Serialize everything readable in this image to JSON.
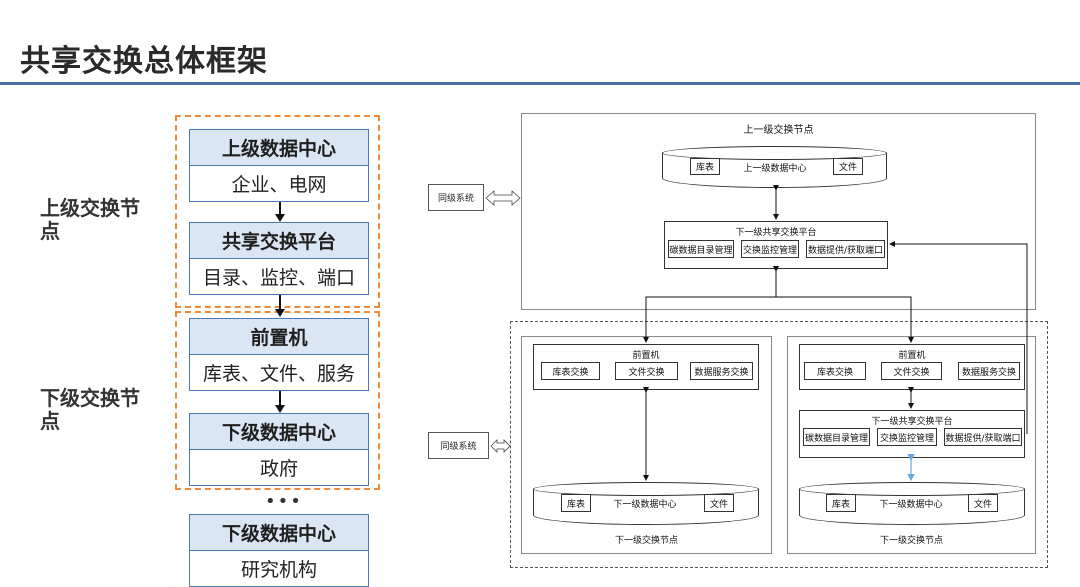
{
  "title": "共享交换总体框架",
  "left": {
    "upper_label": "上级交换节点",
    "lower_label": "下级交换节点",
    "boxes": [
      {
        "head": "上级数据中心",
        "body": "企业、电网"
      },
      {
        "head": "共享交换平台",
        "body": "目录、监控、端口"
      },
      {
        "head": "前置机",
        "body": "库表、文件、服务"
      },
      {
        "head": "下级数据中心",
        "body": "政府"
      },
      {
        "head": "下级数据中心",
        "body": "研究机构"
      }
    ],
    "ellipsis": "•••"
  },
  "right": {
    "upper_node": {
      "caption": "上一级交换节点",
      "data_center": {
        "left": "库表",
        "center": "上一级数据中心",
        "right": "文件"
      },
      "platform": {
        "caption": "下一级共享交换平台",
        "items": [
          "碳数据目录管理",
          "交换监控管理",
          "数据提供/获取端口"
        ]
      },
      "peer": "同级系统"
    },
    "lower_left": {
      "front": {
        "caption": "前置机",
        "items": [
          "库表交换",
          "文件交换",
          "数据服务交换"
        ]
      },
      "data_center": {
        "left": "库表",
        "center": "下一级数据中心",
        "right": "文件"
      },
      "caption": "下一级交换节点",
      "peer": "同级系统"
    },
    "lower_right": {
      "front": {
        "caption": "前置机",
        "items": [
          "库表交换",
          "文件交换",
          "数据服务交换"
        ]
      },
      "platform": {
        "caption": "下一级共享交换平台",
        "items": [
          "碳数据目录管理",
          "交换监控管理",
          "数据提供/获取端口"
        ]
      },
      "data_center": {
        "left": "库表",
        "center": "下一级数据中心",
        "right": "文件"
      },
      "caption": "下一级交换节点"
    }
  },
  "colors": {
    "head_fill": "#dae6f3",
    "box_border": "#4a78b0",
    "group_dash": "#ee8a3a",
    "title_rule": "#4a6fa5",
    "link_blue": "#6aa6dc"
  }
}
